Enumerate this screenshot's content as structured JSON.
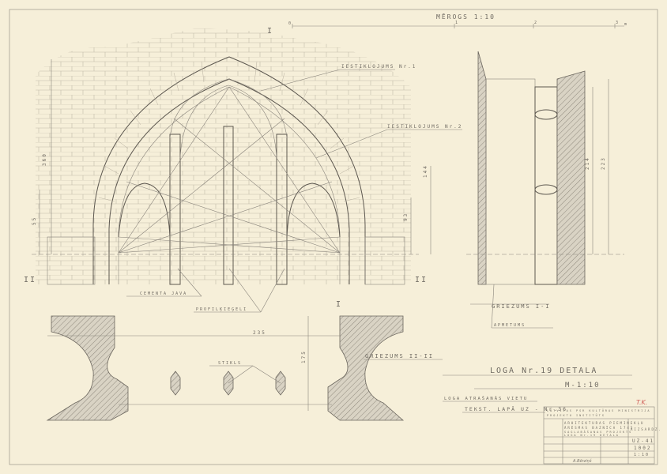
{
  "scale": {
    "label": "MĒROGS 1:10",
    "ticks": [
      "0",
      "1",
      "2",
      "3",
      "m"
    ]
  },
  "markers": {
    "section_one": "I",
    "section_two": "II"
  },
  "labels": {
    "glazing_1": "IESTIKLOJUMS Nr.1",
    "glazing_2": "IESTIKLOJUMS Nr.2",
    "cement_mortar": "CEMENTA JAVA",
    "profile_bricks": "PROFILĶIEĢELI",
    "glass": "STIKLS",
    "plaster": "APMETUMS",
    "section_1_title": "GRIEZUMS I-I",
    "section_2_title": "GRIEZUMS II-II"
  },
  "dimensions": {
    "width_total": "235",
    "height_section": "175",
    "h1": "360",
    "h2": "144",
    "h3": "93",
    "h4": "214",
    "h5": "223",
    "h6": "55"
  },
  "title": {
    "main": "LOGA Nr.19 DETALA",
    "scale": "M-1:10",
    "location_note": "LOGA ATRAŠANĀS VIETU",
    "text_ref": "TEKST. LAPĀ UZ - Nr.36"
  },
  "stamp": {
    "mark": "T.K."
  },
  "title_block": {
    "header": "LATVIJAS PSR KULTŪRAS MINISTRIJA",
    "org": "PROJEKTU INSTITŪTS",
    "project_line1": "ARHITEKTURAS PIEMINEKĻU",
    "project_line2": "ĀRĒSMAS BAZNĪCA 1745",
    "sheet_line1": "SAGLABĀŠANAS PROJEKTS",
    "sheet_line2": "LOGA Nr.19 DETALA",
    "stage": "AIZSARDZ.",
    "sheet_no": "UZ-41",
    "number": "1002",
    "scale": "1:10",
    "signature": "A.Bērziņš"
  }
}
